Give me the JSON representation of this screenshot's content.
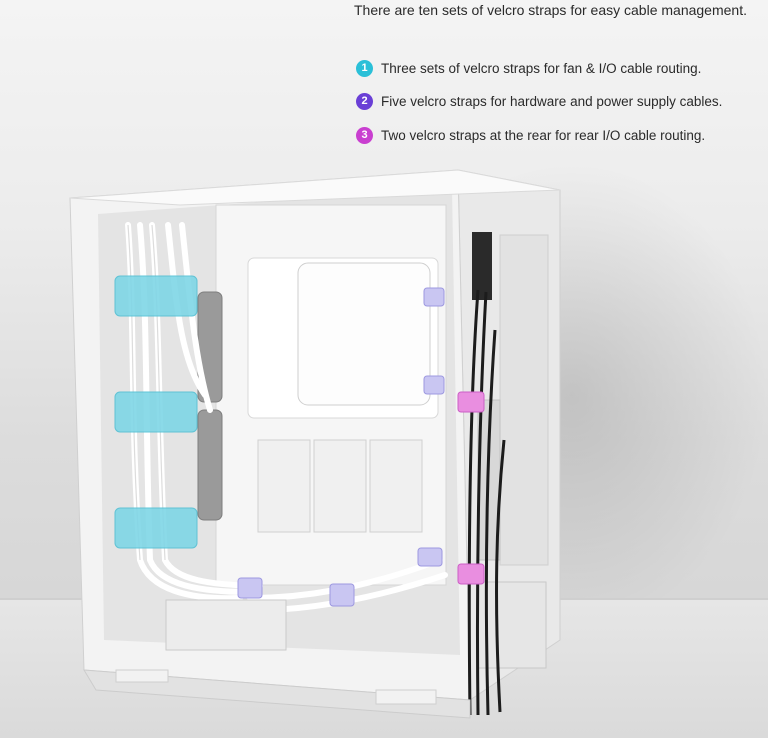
{
  "headline": "There are ten sets of velcro straps for easy cable management.",
  "features": [
    {
      "num": "1",
      "text": "Three sets of velcro straps for fan & I/O cable routing.",
      "color": "#2bc0d8"
    },
    {
      "num": "2",
      "text": "Five velcro straps for hardware and power supply cables.",
      "color": "#6a3fd6"
    },
    {
      "num": "3",
      "text": "Two velcro straps at the rear for rear I/O cable routing.",
      "color": "#c93fd0"
    }
  ],
  "colors": {
    "case_white": "#f2f2f2",
    "strap_cyan": "#7fd6e6",
    "strap_lilac": "#c9c6f2",
    "strap_pink": "#e98ee0"
  }
}
